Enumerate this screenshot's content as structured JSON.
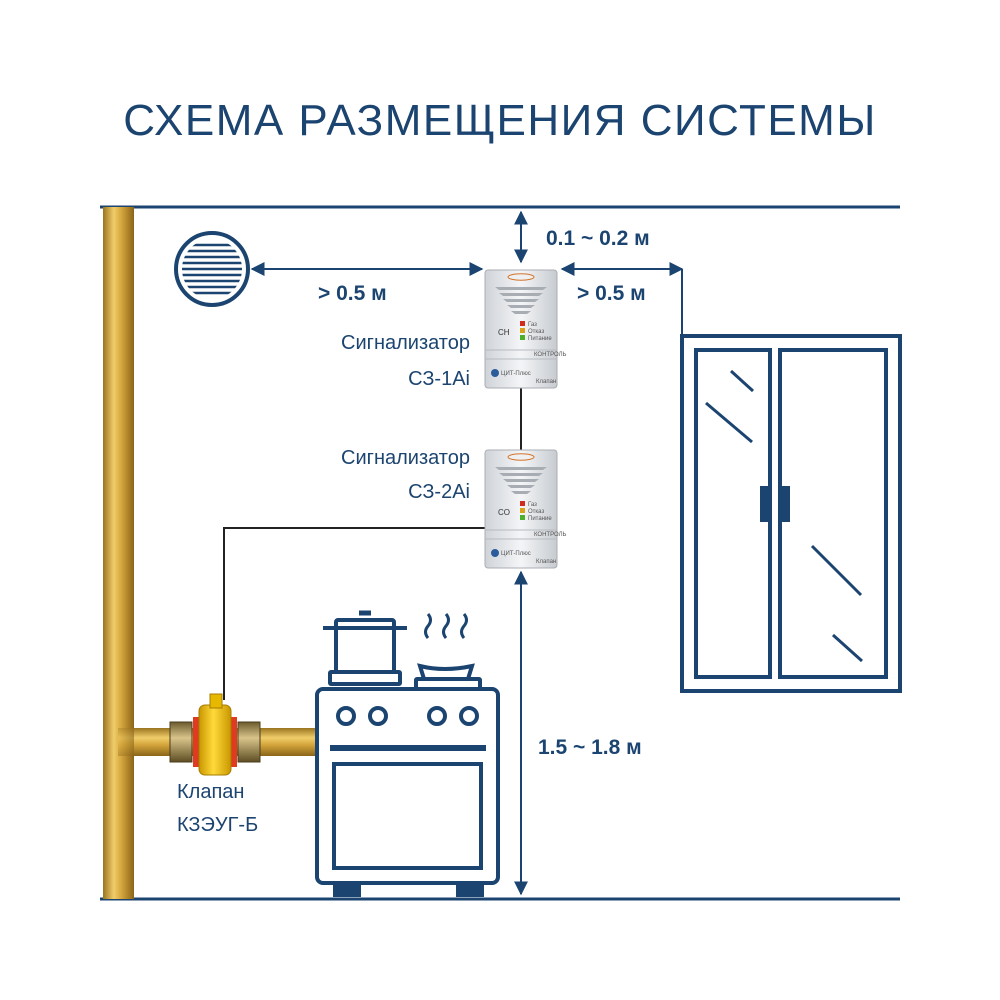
{
  "title": "СХЕМА РАЗМЕЩЕНИЯ СИСТЕМЫ",
  "dimensions": {
    "ceiling_gap": "0.1 ~ 0.2 м",
    "vent_gap": "> 0.5 м",
    "window_gap": "> 0.5 м",
    "floor_height": "1.5 ~ 1.8 м"
  },
  "detector1": {
    "label_line1": "Сигнализатор",
    "label_line2": "СЗ-1Ai",
    "gas_code": "CH",
    "brand": "ЦИТ-Плюс",
    "control_label": "КОНТРОЛЬ",
    "valve_label": "Клапан",
    "indicators": [
      "Газ",
      "Отказ",
      "Питание"
    ]
  },
  "detector2": {
    "label_line1": "Сигнализатор",
    "label_line2": "СЗ-2Ai",
    "gas_code": "CO",
    "brand": "ЦИТ-Плюс",
    "control_label": "КОНТРОЛЬ",
    "valve_label": "Клапан",
    "indicators": [
      "Газ",
      "Отказ",
      "Питание"
    ]
  },
  "valve": {
    "label_line1": "Клапан",
    "label_line2": "КЗЭУГ-Б"
  },
  "colors": {
    "navy": "#1b4470",
    "pipe_gold": "#d4a53c",
    "valve_yellow": "#f2c21b",
    "led_red": "#d12b1f",
    "led_green": "#4caf2a"
  }
}
